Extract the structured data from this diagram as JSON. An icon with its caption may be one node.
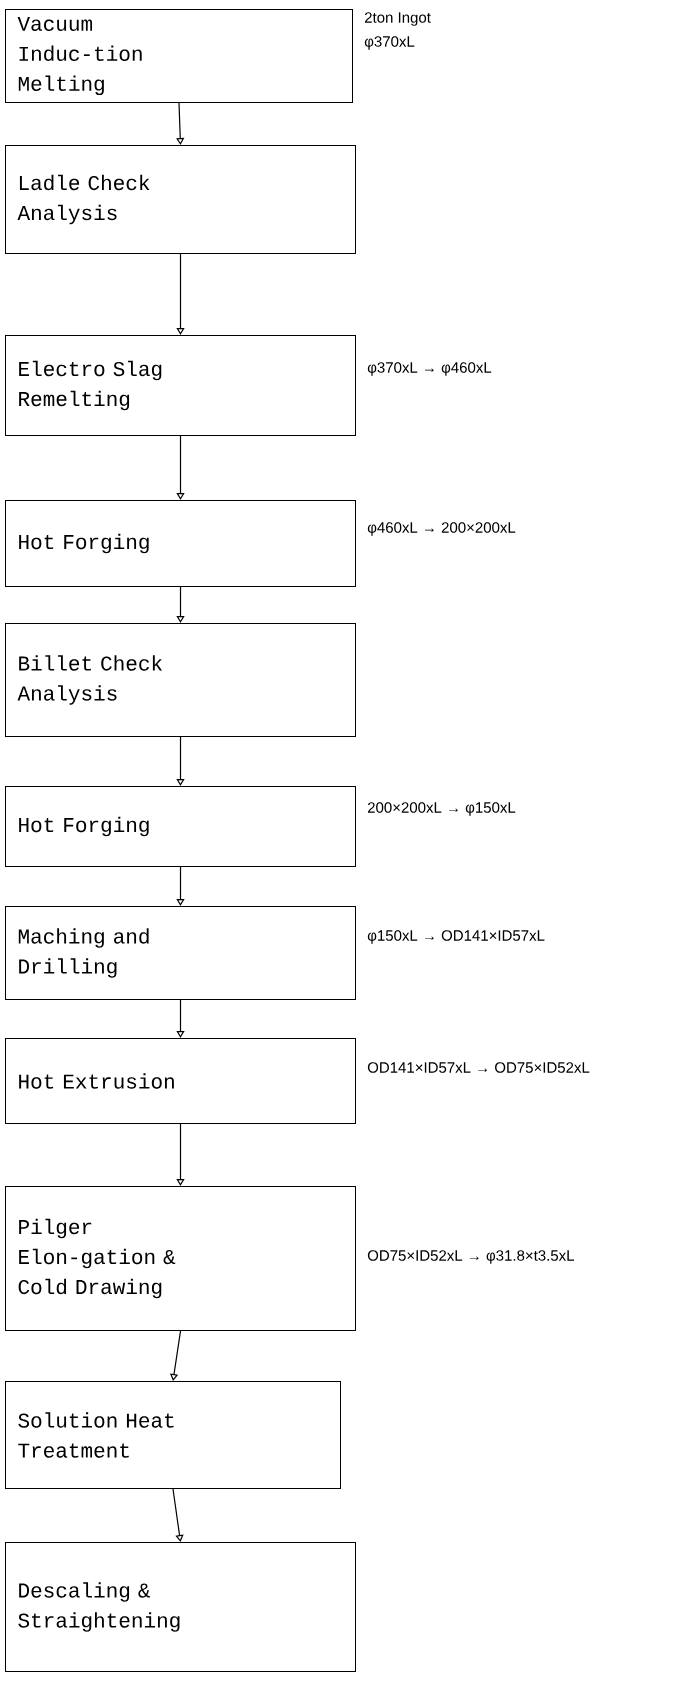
{
  "diagram": {
    "nodes": [
      {
        "text": [
          "Vacuum Induc-tion Melting"
        ],
        "beside": [
          "2ton Ingot",
          "φ370xL"
        ]
      },
      {
        "text": [
          "Ladle Check Analysis"
        ]
      },
      {
        "text": [
          "Electro Slag Remelting"
        ],
        "beside": [
          "φ370xL → φ460xL"
        ]
      },
      {
        "text": [
          "Hot Forging"
        ],
        "beside": [
          "φ460xL → 200×200xL"
        ]
      },
      {
        "text": [
          "Billet Check Analysis"
        ]
      },
      {
        "text": [
          "Hot Forging"
        ],
        "beside": [
          "200×200xL → φ150xL"
        ]
      },
      {
        "text": [
          "Maching and Drilling"
        ],
        "beside": [
          "φ150xL → OD141×ID57xL"
        ]
      },
      {
        "text": [
          "Hot Extrusion"
        ],
        "beside": [
          "OD141×ID57xL → OD75×ID52xL"
        ]
      },
      {
        "text": [
          "Pilger Elon-gation & Cold Drawing"
        ],
        "beside": [
          "OD75×ID52xL → φ31.8×t3.5xL"
        ]
      },
      {
        "text": [
          "Solution Heat Treatment"
        ]
      },
      {
        "text": [
          "Descaling & Straightening"
        ]
      }
    ],
    "edges": [
      {
        "from": 0,
        "to": 1,
        "arrow": "to"
      },
      {
        "from": 1,
        "to": 2,
        "arrow": "to"
      },
      {
        "from": 2,
        "to": 3,
        "arrow": "to"
      },
      {
        "from": 3,
        "to": 4,
        "arrow": "to"
      },
      {
        "from": 4,
        "to": 5,
        "arrow": "to"
      },
      {
        "from": 5,
        "to": 6,
        "arrow": "to"
      },
      {
        "from": 6,
        "to": 7,
        "arrow": "to"
      },
      {
        "from": 7,
        "to": 8,
        "arrow": "to"
      },
      {
        "from": 8,
        "to": 9,
        "arrow": "to"
      },
      {
        "from": 9,
        "to": 10,
        "arrow": "to"
      }
    ]
  }
}
